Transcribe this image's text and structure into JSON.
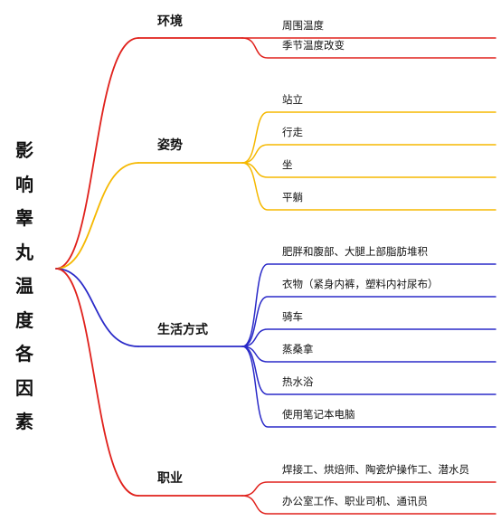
{
  "root": {
    "title": "影响睾丸温度各因素"
  },
  "branches": [
    {
      "label": "环境",
      "color": "#e0201b",
      "leaves": [
        "周围温度",
        "季节温度改变"
      ]
    },
    {
      "label": "姿势",
      "color": "#f5b800",
      "leaves": [
        "站立",
        "行走",
        "坐",
        "平躺"
      ]
    },
    {
      "label": "生活方式",
      "color": "#2a2ac8",
      "leaves": [
        "肥胖和腹部、大腿上部脂肪堆积",
        "衣物（紧身内裤，塑料内衬尿布）",
        "骑车",
        "蒸桑拿",
        "热水浴",
        "使用笔记本电脑"
      ]
    },
    {
      "label": "职业",
      "color": "#e0201b",
      "leaves": [
        "焊接工、烘焙师、陶瓷炉操作工、潜水员",
        "办公室工作、职业司机、通讯员"
      ]
    }
  ]
}
